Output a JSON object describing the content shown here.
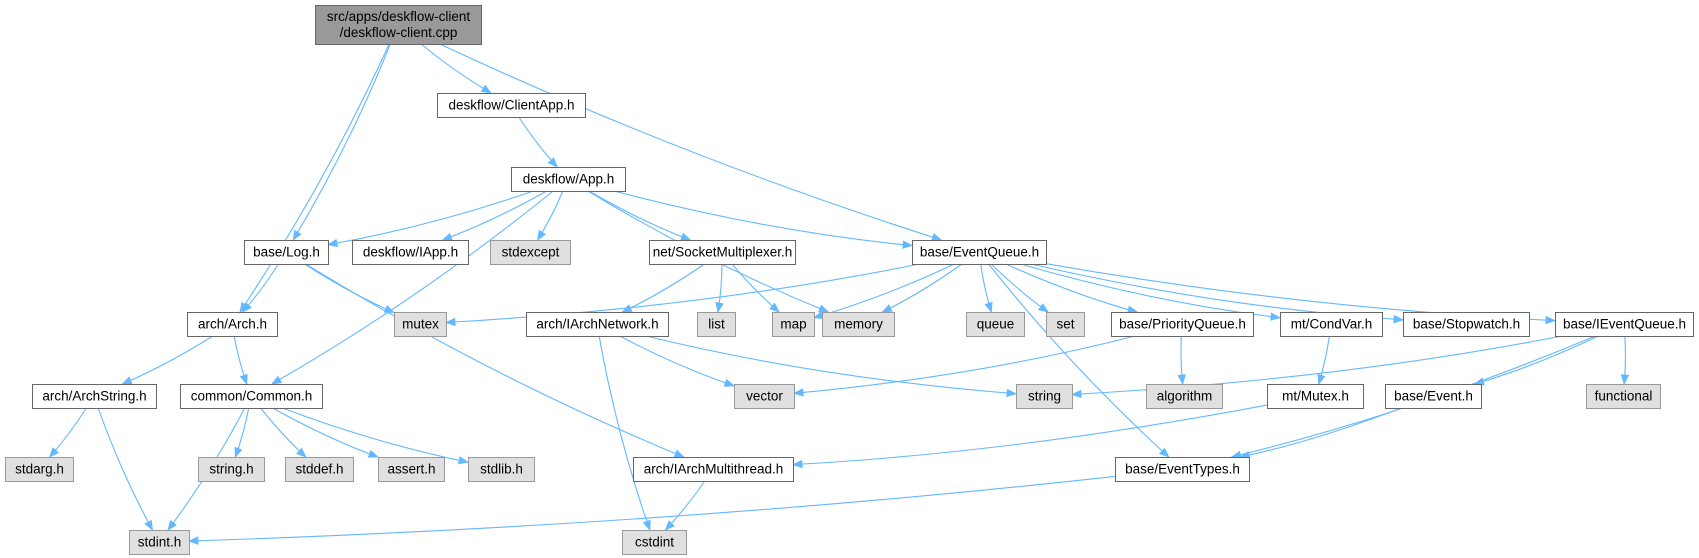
{
  "colors": {
    "edge": "#63b8ff",
    "root_fill": "#999999",
    "root_border": "#666666",
    "local_fill": "#ffffff",
    "local_border": "#666666",
    "system_fill": "#e0e0e0",
    "system_border": "#999999"
  },
  "nodes": [
    {
      "id": "root",
      "kind": "root",
      "lines": [
        "src/apps/deskflow-client",
        "/deskflow-client.cpp"
      ]
    },
    {
      "id": "clientapp",
      "kind": "local",
      "lines": [
        "deskflow/ClientApp.h"
      ]
    },
    {
      "id": "app",
      "kind": "local",
      "lines": [
        "deskflow/App.h"
      ]
    },
    {
      "id": "log",
      "kind": "local",
      "lines": [
        "base/Log.h"
      ]
    },
    {
      "id": "iapp",
      "kind": "local",
      "lines": [
        "deskflow/IApp.h"
      ]
    },
    {
      "id": "stdexcept",
      "kind": "system",
      "lines": [
        "stdexcept"
      ]
    },
    {
      "id": "sockmux",
      "kind": "local",
      "lines": [
        "net/SocketMultiplexer.h"
      ]
    },
    {
      "id": "eventqueue",
      "kind": "local",
      "lines": [
        "base/EventQueue.h"
      ]
    },
    {
      "id": "arch",
      "kind": "local",
      "lines": [
        "arch/Arch.h"
      ]
    },
    {
      "id": "mutex",
      "kind": "system",
      "lines": [
        "mutex"
      ]
    },
    {
      "id": "iarchnetwork",
      "kind": "local",
      "lines": [
        "arch/IArchNetwork.h"
      ]
    },
    {
      "id": "list",
      "kind": "system",
      "lines": [
        "list"
      ]
    },
    {
      "id": "map",
      "kind": "system",
      "lines": [
        "map"
      ]
    },
    {
      "id": "memory",
      "kind": "system",
      "lines": [
        "memory"
      ]
    },
    {
      "id": "queue",
      "kind": "system",
      "lines": [
        "queue"
      ]
    },
    {
      "id": "set",
      "kind": "system",
      "lines": [
        "set"
      ]
    },
    {
      "id": "priorityqueue",
      "kind": "local",
      "lines": [
        "base/PriorityQueue.h"
      ]
    },
    {
      "id": "condvar",
      "kind": "local",
      "lines": [
        "mt/CondVar.h"
      ]
    },
    {
      "id": "stopwatch",
      "kind": "local",
      "lines": [
        "base/Stopwatch.h"
      ]
    },
    {
      "id": "ieventqueue",
      "kind": "local",
      "lines": [
        "base/IEventQueue.h"
      ]
    },
    {
      "id": "archstring",
      "kind": "local",
      "lines": [
        "arch/ArchString.h"
      ]
    },
    {
      "id": "common",
      "kind": "local",
      "lines": [
        "common/Common.h"
      ]
    },
    {
      "id": "vector",
      "kind": "system",
      "lines": [
        "vector"
      ]
    },
    {
      "id": "string",
      "kind": "system",
      "lines": [
        "string"
      ]
    },
    {
      "id": "algorithm",
      "kind": "system",
      "lines": [
        "algorithm"
      ]
    },
    {
      "id": "mtmutex",
      "kind": "local",
      "lines": [
        "mt/Mutex.h"
      ]
    },
    {
      "id": "event",
      "kind": "local",
      "lines": [
        "base/Event.h"
      ]
    },
    {
      "id": "functional",
      "kind": "system",
      "lines": [
        "functional"
      ]
    },
    {
      "id": "stdargh",
      "kind": "system",
      "lines": [
        "stdarg.h"
      ]
    },
    {
      "id": "stringh",
      "kind": "system",
      "lines": [
        "string.h"
      ]
    },
    {
      "id": "stddefh",
      "kind": "system",
      "lines": [
        "stddef.h"
      ]
    },
    {
      "id": "asserth",
      "kind": "system",
      "lines": [
        "assert.h"
      ]
    },
    {
      "id": "stdlibh",
      "kind": "system",
      "lines": [
        "stdlib.h"
      ]
    },
    {
      "id": "iarchmultithread",
      "kind": "local",
      "lines": [
        "arch/IArchMultithread.h"
      ]
    },
    {
      "id": "eventtypes",
      "kind": "local",
      "lines": [
        "base/EventTypes.h"
      ]
    },
    {
      "id": "stdinth",
      "kind": "system",
      "lines": [
        "stdint.h"
      ]
    },
    {
      "id": "cstdint",
      "kind": "system",
      "lines": [
        "cstdint"
      ]
    }
  ],
  "edges": [
    [
      "root",
      "clientapp"
    ],
    [
      "root",
      "log"
    ],
    [
      "root",
      "arch"
    ],
    [
      "root",
      "eventqueue"
    ],
    [
      "clientapp",
      "app"
    ],
    [
      "app",
      "log"
    ],
    [
      "app",
      "iapp"
    ],
    [
      "app",
      "stdexcept"
    ],
    [
      "app",
      "sockmux"
    ],
    [
      "app",
      "eventqueue"
    ],
    [
      "app",
      "memory"
    ],
    [
      "app",
      "common"
    ],
    [
      "log",
      "arch"
    ],
    [
      "log",
      "mutex"
    ],
    [
      "log",
      "iarchmultithread"
    ],
    [
      "arch",
      "archstring"
    ],
    [
      "arch",
      "common"
    ],
    [
      "archstring",
      "stdargh"
    ],
    [
      "archstring",
      "stdinth"
    ],
    [
      "common",
      "stringh"
    ],
    [
      "common",
      "stddefh"
    ],
    [
      "common",
      "asserth"
    ],
    [
      "common",
      "stdlibh"
    ],
    [
      "common",
      "stdinth"
    ],
    [
      "sockmux",
      "iarchnetwork"
    ],
    [
      "sockmux",
      "list"
    ],
    [
      "sockmux",
      "map"
    ],
    [
      "iarchnetwork",
      "vector"
    ],
    [
      "iarchnetwork",
      "string"
    ],
    [
      "iarchnetwork",
      "cstdint"
    ],
    [
      "iarchmultithread",
      "cstdint"
    ],
    [
      "eventqueue",
      "mutex"
    ],
    [
      "eventqueue",
      "map"
    ],
    [
      "eventqueue",
      "memory"
    ],
    [
      "eventqueue",
      "queue"
    ],
    [
      "eventqueue",
      "set"
    ],
    [
      "eventqueue",
      "priorityqueue"
    ],
    [
      "eventqueue",
      "condvar"
    ],
    [
      "eventqueue",
      "stopwatch"
    ],
    [
      "eventqueue",
      "ieventqueue"
    ],
    [
      "eventqueue",
      "eventtypes"
    ],
    [
      "priorityqueue",
      "vector"
    ],
    [
      "priorityqueue",
      "algorithm"
    ],
    [
      "condvar",
      "mtmutex"
    ],
    [
      "mtmutex",
      "iarchmultithread"
    ],
    [
      "ieventqueue",
      "string"
    ],
    [
      "ieventqueue",
      "event"
    ],
    [
      "ieventqueue",
      "functional"
    ],
    [
      "ieventqueue",
      "eventtypes"
    ],
    [
      "event",
      "eventtypes"
    ],
    [
      "eventtypes",
      "stdinth"
    ]
  ]
}
